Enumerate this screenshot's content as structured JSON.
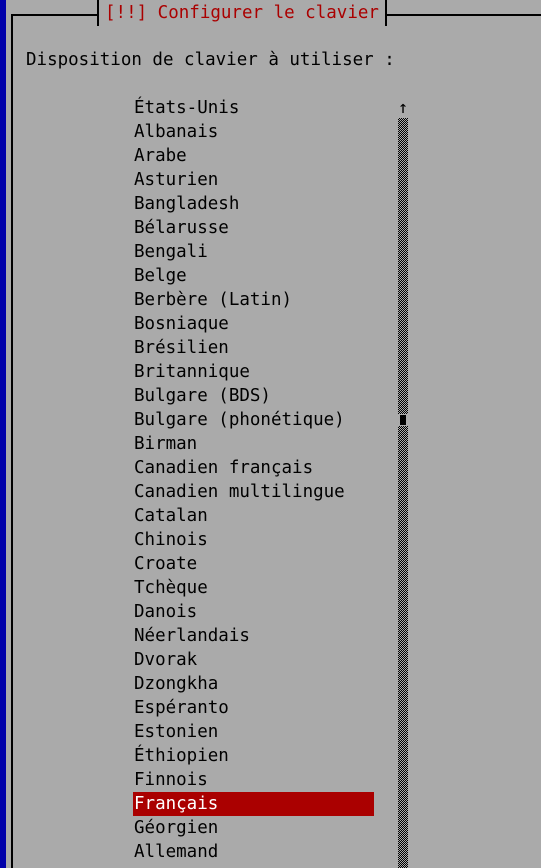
{
  "dialog": {
    "title": "[!!] Configurer le clavier",
    "prompt": "Disposition de clavier à utiliser :"
  },
  "keyboard_list": {
    "items": [
      "États-Unis",
      "Albanais",
      "Arabe",
      "Asturien",
      "Bangladesh",
      "Bélarusse",
      "Bengali",
      "Belge",
      "Berbère (Latin)",
      "Bosniaque",
      "Brésilien",
      "Britannique",
      "Bulgare (BDS)",
      "Bulgare (phonétique)",
      "Birman",
      "Canadien français",
      "Canadien multilingue",
      "Catalan",
      "Chinois",
      "Croate",
      "Tchèque",
      "Danois",
      "Néerlandais",
      "Dvorak",
      "Dzongkha",
      "Espéranto",
      "Estonien",
      "Éthiopien",
      "Finnois",
      "Français",
      "Géorgien",
      "Allemand"
    ],
    "selected": "Français"
  },
  "scrollbar": {
    "up_arrow": "↑"
  },
  "colors": {
    "screen_background": "#0000aa",
    "dialog_background": "#aaaaaa",
    "title_text": "#aa0000",
    "selection_background": "#aa0000",
    "selection_text": "#ffffff"
  }
}
